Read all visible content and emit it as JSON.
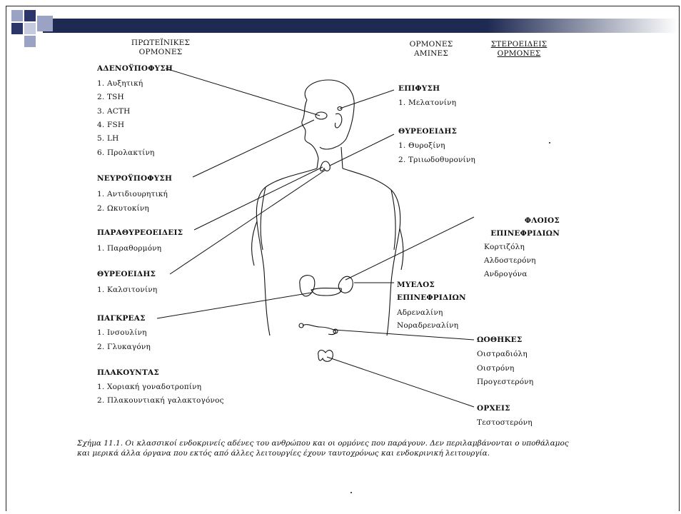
{
  "headers": {
    "protein_hormones": "ΠΡΩΤΕΪΝΙΚΕΣ ΟΡΜΟΝΕΣ",
    "amine_hormones": "ΟΡΜΟΝΕΣ ΑΜΙΝΕΣ",
    "steroid_hormones": "ΣΤΕΡΟΕΙΔΕΙΣ ΟΡΜΟΝΕΣ"
  },
  "left_glands": [
    {
      "name": "ΑΔΕΝΟΫΠΟΦΥΣΗ",
      "items": [
        "1. Αυξητική",
        "2. TSH",
        "3. ACTH",
        "4. FSH",
        "5. LH",
        "6. Προλακτίνη"
      ]
    },
    {
      "name": "ΝΕΥΡΟΫΠΟΦΥΣΗ",
      "items": [
        "1. Αντιδιουρητική",
        "2. Ωκυτοκίνη"
      ]
    },
    {
      "name": "ΠΑΡΑΘΥΡΕΟΕΙΔΕΙΣ",
      "items": [
        "1. Παραθορμόνη"
      ]
    },
    {
      "name": "ΘΥΡΕΟΕΙΔΗΣ",
      "items": [
        "1. Καλσιτονίνη"
      ]
    },
    {
      "name": "ΠΑΓΚΡΕΑΣ",
      "items": [
        "1. Ινσουλίνη",
        "2. Γλυκαγόνη"
      ]
    },
    {
      "name": "ΠΛΑΚΟΥΝΤΑΣ",
      "items": [
        "1. Χοριακή γοναδοτροπίνη",
        "2. Πλακουντιακή γαλακτογόνος"
      ]
    }
  ],
  "amine_glands": [
    {
      "name": "ΕΠΙΦΥΣΗ",
      "items": [
        "1. Μελατονίνη"
      ]
    },
    {
      "name": "ΘΥΡΕΟΕΙΔΗΣ",
      "items": [
        "1. Θυροξίνη",
        "2. Τριιωδοθυρονίνη"
      ]
    },
    {
      "name": "ΜΥΕΛΟΣ ΕΠΙΝΕΦΡΙΔΙΩΝ",
      "items": [
        "Αδρεναλίνη",
        "Νοραδρεναλίνη"
      ]
    }
  ],
  "steroid_glands": [
    {
      "name": "ΦΛΟΙΟΣ ΕΠΙΝΕΦΡΙΔΙΩΝ",
      "items": [
        "Κορτιζόλη",
        "Αλδοστερόνη",
        "Ανδρογόνα"
      ]
    },
    {
      "name": "ΩΟΘΗΚΕΣ",
      "items": [
        "Οιστραδιόλη",
        "Οιστρόνη",
        "Προγεστερόνη"
      ]
    },
    {
      "name": "ΟΡΧΕΙΣ",
      "items": [
        "Τεστοστερόνη"
      ]
    }
  ],
  "caption": "Σχήμα 11.1. Οι κλασσικοί ενδοκρινείς αδένες του ανθρώπου και οι ορμόνες που παράγουν. Δεν περιλαμβάνονται ο υποθάλαμος και μερικά άλλα όργανα που εκτός από άλλες λειτουργίες έχουν ταυτοχρόνως και ενδοκρινική λειτουργία.",
  "colors": {
    "frame": "#222222",
    "bar": "#1f2a52",
    "squares_dark": "#2b3568",
    "squares_light": "#9aa3c4"
  }
}
